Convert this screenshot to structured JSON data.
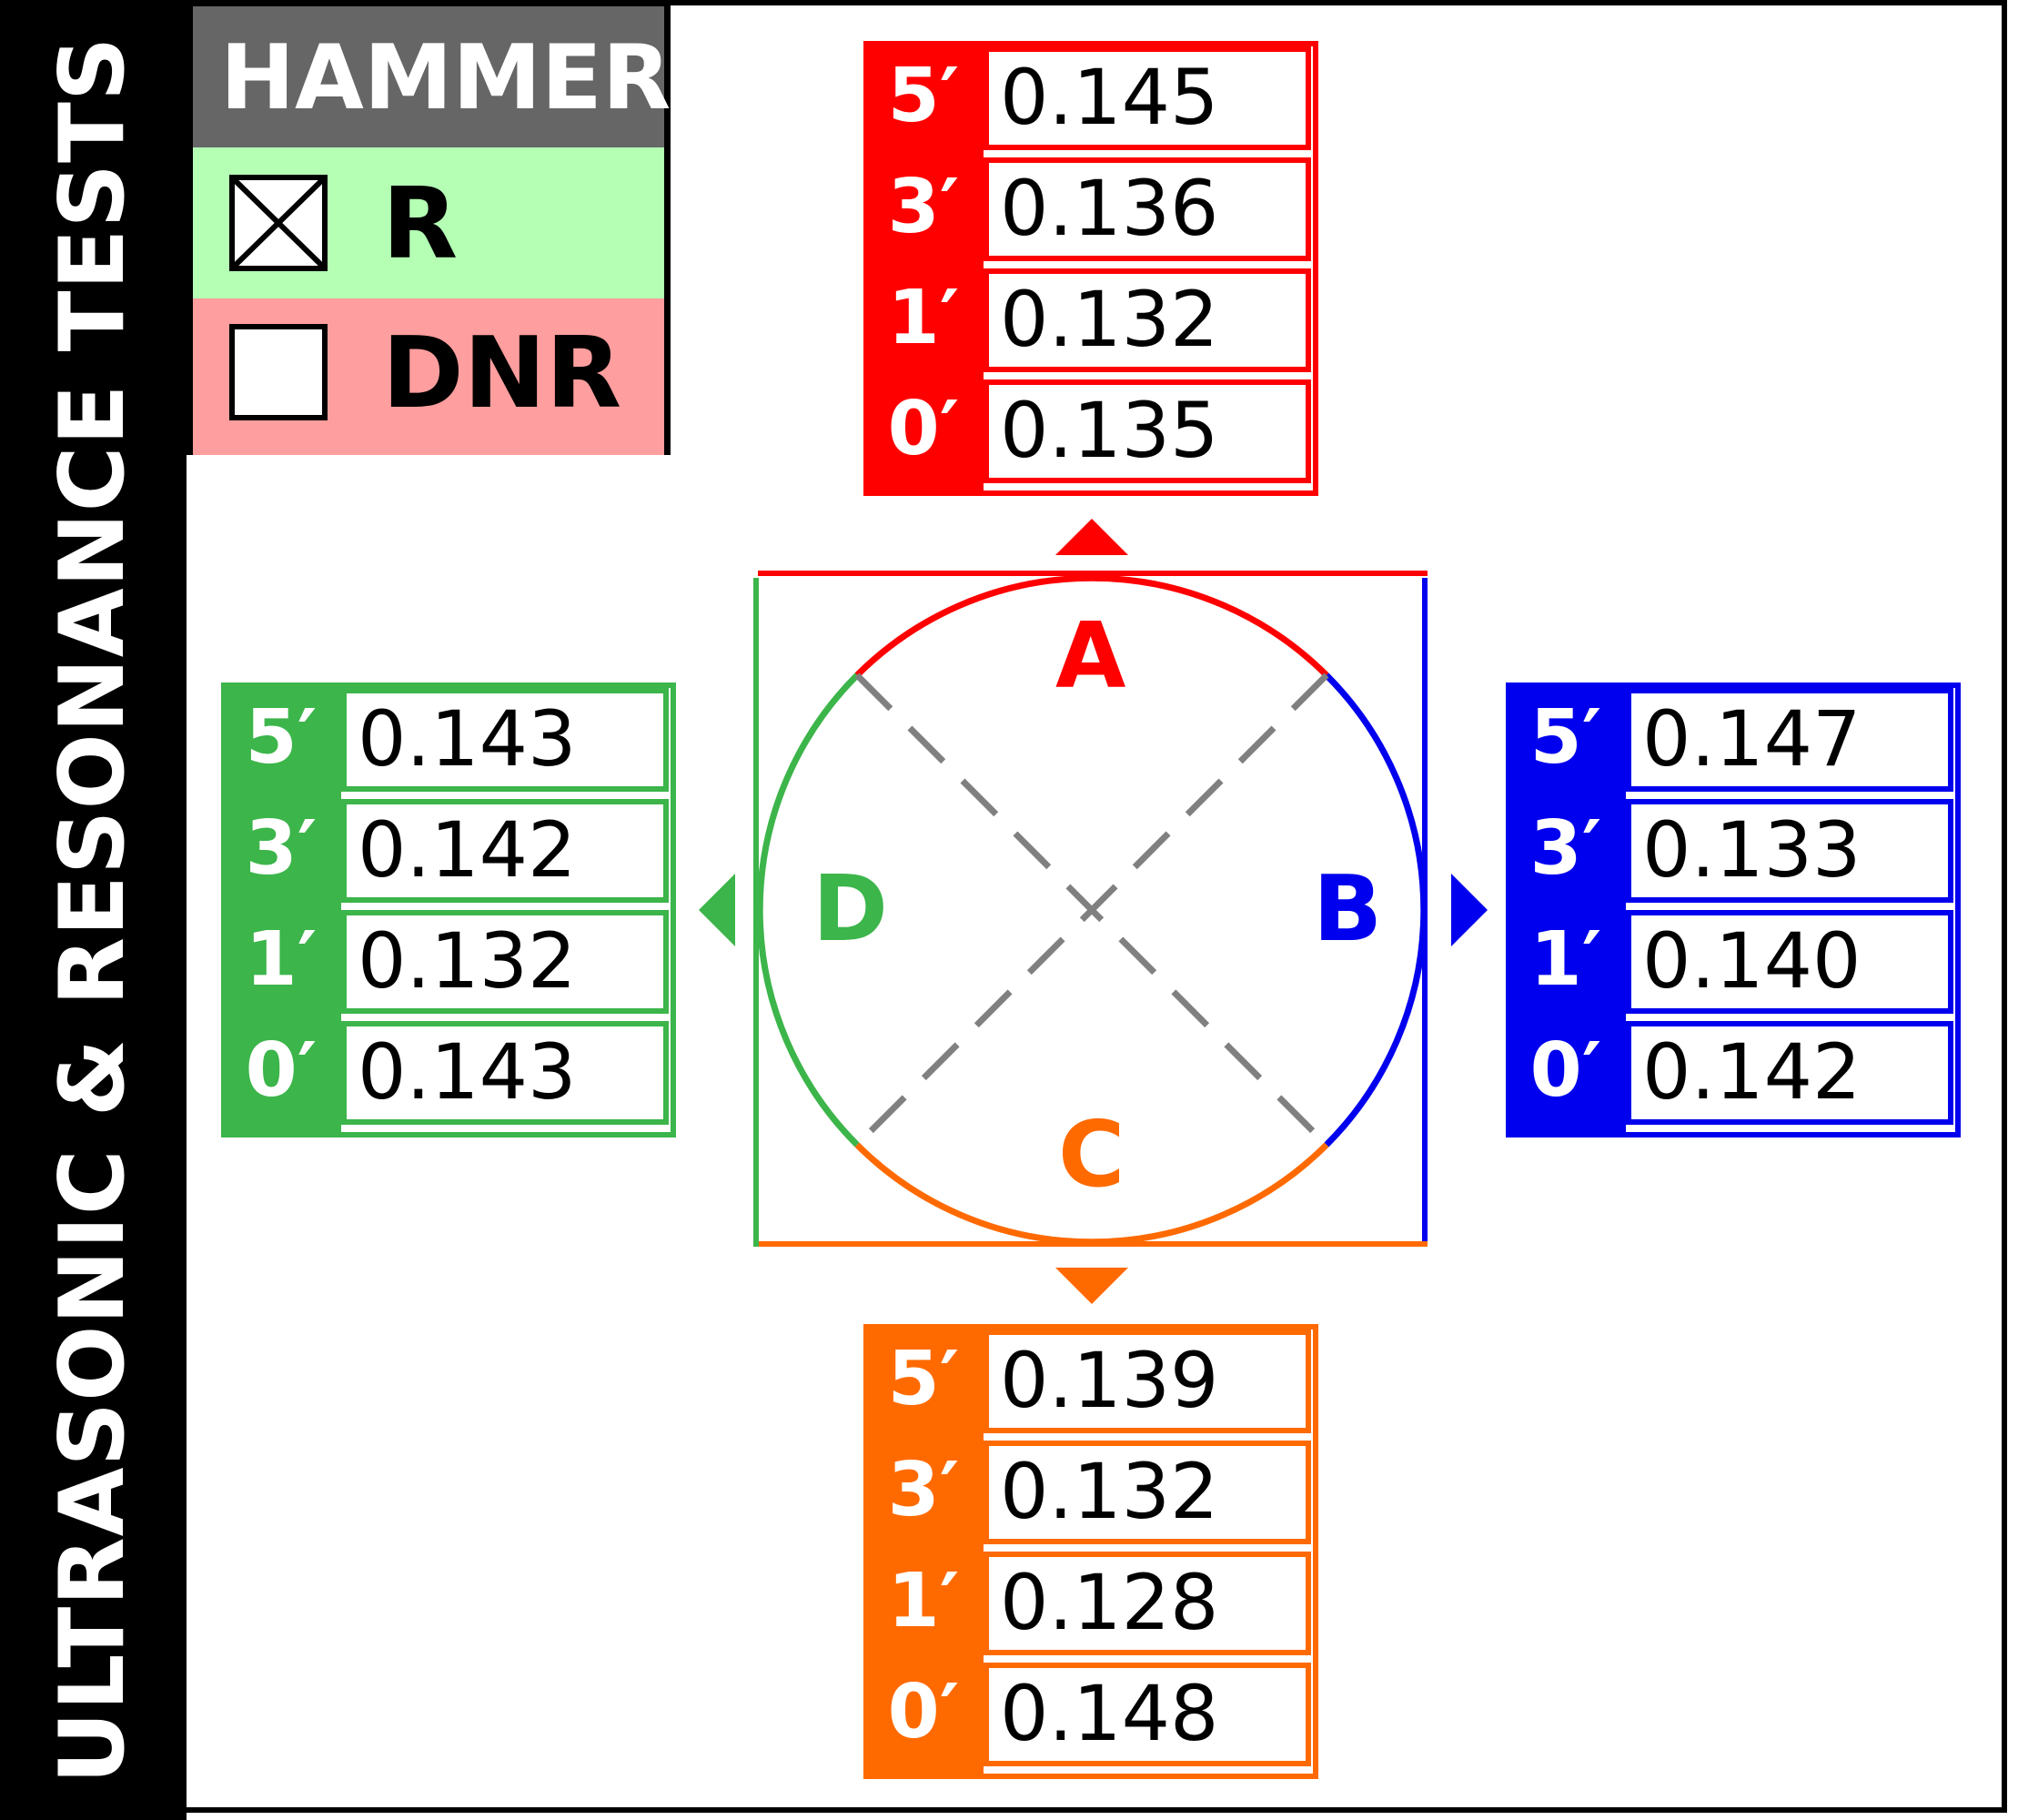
{
  "title": "ULTRASONIC & RESONANCE TESTS",
  "legend": {
    "heading": "HAMMER",
    "options": [
      {
        "label": "R",
        "checked": true,
        "color": "#b4ffb4"
      },
      {
        "label": "DNR",
        "checked": false,
        "color": "#ff9e9e"
      }
    ]
  },
  "sides": {
    "A": {
      "letter": "A",
      "color": "#ff0000",
      "readings": [
        {
          "depth": "5′",
          "value": "0.145"
        },
        {
          "depth": "3′",
          "value": "0.136"
        },
        {
          "depth": "1′",
          "value": "0.132"
        },
        {
          "depth": "0′",
          "value": "0.135"
        }
      ]
    },
    "B": {
      "letter": "B",
      "color": "#0000ee",
      "readings": [
        {
          "depth": "5′",
          "value": "0.147"
        },
        {
          "depth": "3′",
          "value": "0.133"
        },
        {
          "depth": "1′",
          "value": "0.140"
        },
        {
          "depth": "0′",
          "value": "0.142"
        }
      ]
    },
    "C": {
      "letter": "C",
      "color": "#ff6a00",
      "readings": [
        {
          "depth": "5′",
          "value": "0.139"
        },
        {
          "depth": "3′",
          "value": "0.132"
        },
        {
          "depth": "1′",
          "value": "0.128"
        },
        {
          "depth": "0′",
          "value": "0.148"
        }
      ]
    },
    "D": {
      "letter": "D",
      "color": "#3cb54a",
      "readings": [
        {
          "depth": "5′",
          "value": "0.143"
        },
        {
          "depth": "3′",
          "value": "0.142"
        },
        {
          "depth": "1′",
          "value": "0.132"
        },
        {
          "depth": "0′",
          "value": "0.143"
        }
      ]
    }
  }
}
